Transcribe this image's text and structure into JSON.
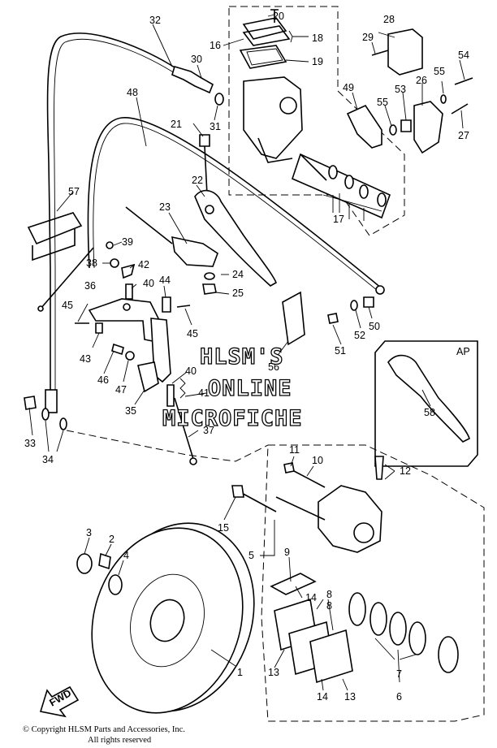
{
  "watermark": {
    "line1": "HLSM'S",
    "line2": "ONLINE",
    "line3": "MICROFICHE"
  },
  "fwd_label": "FWD",
  "inset_label": "AP",
  "copyright": {
    "line1": "© Copyright HLSM Parts and Accessories, Inc.",
    "line2": "All rights reserved"
  },
  "callouts": [
    "1",
    "2",
    "3",
    "4",
    "5",
    "6",
    "7",
    "8",
    "8",
    "9",
    "10",
    "11",
    "12",
    "13",
    "13",
    "14",
    "14",
    "15",
    "16",
    "17",
    "18",
    "19",
    "20",
    "21",
    "22",
    "23",
    "24",
    "25",
    "26",
    "27",
    "28",
    "29",
    "30",
    "31",
    "32",
    "33",
    "34",
    "35",
    "36",
    "37",
    "38",
    "39",
    "40",
    "40",
    "41",
    "42",
    "43",
    "44",
    "45",
    "45",
    "46",
    "47",
    "48",
    "49",
    "50",
    "51",
    "52",
    "53",
    "54",
    "55",
    "55",
    "56",
    "57",
    "58"
  ]
}
